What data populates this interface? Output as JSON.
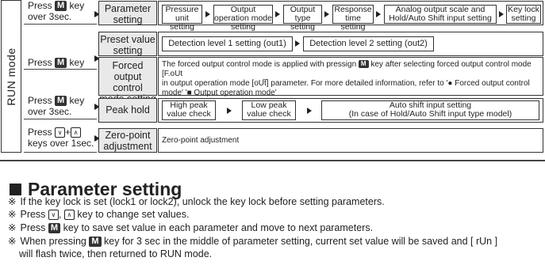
{
  "runmode_label": "RUN mode",
  "keys": {
    "m": "M",
    "down_icon": "chevron-down-icon",
    "up_icon": "chevron-up-icon"
  },
  "rows": {
    "param": {
      "key_line1_pre": "Press",
      "key_line1_post": "key",
      "key_line2": "over 3sec.",
      "func": "Parameter setting",
      "steps": [
        "Pressure unit setting",
        "Output operation mode setting",
        "Output type setting",
        "Response time setting",
        "Analog output scale and Hold/Auto Shift input setting",
        "Key lock setting"
      ]
    },
    "preset": {
      "func": "Preset value setting",
      "steps": [
        "Detection level 1 setting (out1)",
        "Detection level 2 setting (out2)"
      ]
    },
    "forced": {
      "key_pre": "Press",
      "key_post": "key",
      "func": "Forced output control mode setting",
      "desc_a": "The forced output control mode is applied with pressign",
      "desc_b": "key after selecting forced output control mode [F.oUt",
      "desc_c": "in output operation mode [oUt̅] parameter. For more detailed information, refer to '● Forced output control",
      "desc_d": "mode' '■ Output operation mode'"
    },
    "peak": {
      "key_line1_pre": "Press",
      "key_line1_post": "key",
      "key_line2": "over 3sec.",
      "func": "Peak hold",
      "steps": [
        "High peak value check",
        "Low peak value check",
        "Auto shift input setting"
      ],
      "step3_sub": "(In case of Hold/Auto Shift input type model)"
    },
    "zero": {
      "key_line1_pre": "Press",
      "key_plus": "+",
      "key_line2": "keys over 1sec.",
      "func": "Zero-point adjustment",
      "desc": "Zero-point adjustment"
    }
  },
  "section": {
    "title": "Parameter setting",
    "mark": "※",
    "notes": {
      "n1": "If the key lock is set (lock1 or lock2), unlock the key lock before setting parameters.",
      "n2_pre": "Press",
      "n2_sep": ",",
      "n2_post": "key to change set values.",
      "n3_pre": "Press",
      "n3_post": "key to save set value in each parameter and move to next parameters.",
      "n4_pre": "When pressing",
      "n4_post": "key for 3 sec in the middle of parameter setting, current set value will be saved and [ rUn ]",
      "n4_line2": "will flash twice, then returned to RUN mode."
    }
  }
}
